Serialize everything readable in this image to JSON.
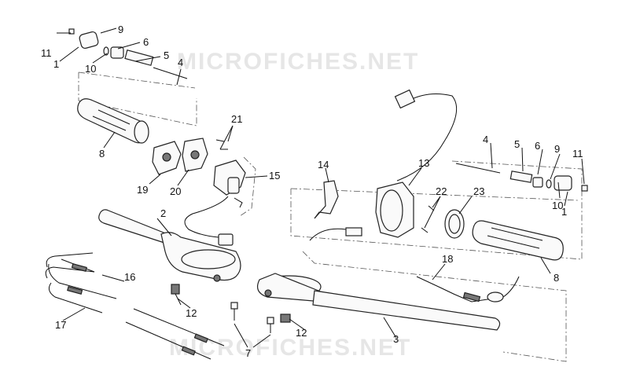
{
  "watermarks": [
    "MICROFICHES.NET",
    "MICROFICHES.NET"
  ],
  "callouts": [
    {
      "id": "c1",
      "text": "11"
    },
    {
      "id": "c2",
      "text": "9"
    },
    {
      "id": "c3",
      "text": "1"
    },
    {
      "id": "c4",
      "text": "6"
    },
    {
      "id": "c5",
      "text": "10"
    },
    {
      "id": "c6",
      "text": "5"
    },
    {
      "id": "c7",
      "text": "4"
    },
    {
      "id": "c8",
      "text": "8"
    },
    {
      "id": "c9",
      "text": "21"
    },
    {
      "id": "c10",
      "text": "19"
    },
    {
      "id": "c11",
      "text": "20"
    },
    {
      "id": "c12",
      "text": "15"
    },
    {
      "id": "c13",
      "text": "2"
    },
    {
      "id": "c14",
      "text": "16"
    },
    {
      "id": "c15",
      "text": "17"
    },
    {
      "id": "c16",
      "text": "12"
    },
    {
      "id": "c17",
      "text": "7"
    },
    {
      "id": "c18",
      "text": "12"
    },
    {
      "id": "c19",
      "text": "3"
    },
    {
      "id": "c20",
      "text": "14"
    },
    {
      "id": "c21",
      "text": "13"
    },
    {
      "id": "c22",
      "text": "4"
    },
    {
      "id": "c23",
      "text": "5"
    },
    {
      "id": "c24",
      "text": "6"
    },
    {
      "id": "c25",
      "text": "9"
    },
    {
      "id": "c26",
      "text": "11"
    },
    {
      "id": "c27",
      "text": "22"
    },
    {
      "id": "c28",
      "text": "23"
    },
    {
      "id": "c29",
      "text": "10"
    },
    {
      "id": "c30",
      "text": "1"
    },
    {
      "id": "c31",
      "text": "18"
    },
    {
      "id": "c32",
      "text": "8"
    }
  ]
}
